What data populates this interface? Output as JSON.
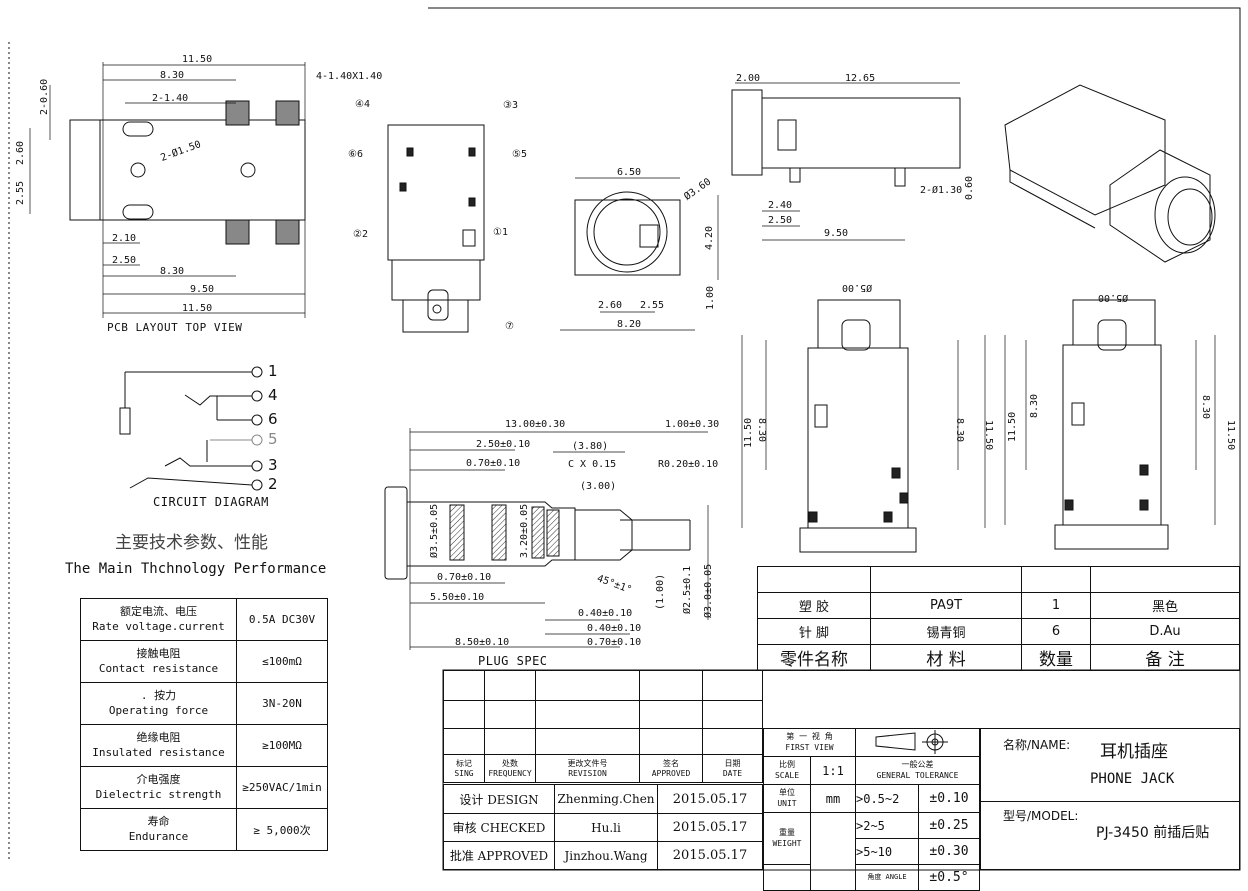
{
  "pcb_layout": {
    "dims": [
      "11.50",
      "8.30",
      "2-1.40",
      "4-1.40X1.40",
      "2-0.60",
      "2.60",
      "2.55",
      "2-Ø1.50",
      "2.10",
      "2.50",
      "8.30",
      "9.50",
      "11.50"
    ],
    "title": "PCB LAYOUT TOP VIEW"
  },
  "front_view": {
    "pins": [
      "④4",
      "③3",
      "⑥6",
      "⑤5",
      "②2",
      "①1",
      "⑦"
    ]
  },
  "end_view": {
    "dims": [
      "6.50",
      "Ø3.60",
      "4.20",
      "2.60",
      "2.55",
      "8.20",
      "1.00"
    ]
  },
  "side_view": {
    "dims": [
      "2.00",
      "12.65",
      "2-Ø1.30",
      "0.60",
      "2.40",
      "2.50",
      "9.50"
    ]
  },
  "circuit": {
    "pins": [
      "1",
      "4",
      "6",
      "5",
      "3",
      "2"
    ],
    "title": "CIRCUIT DIAGRAM"
  },
  "plug": {
    "dims": [
      "13.00±0.30",
      "1.00±0.30",
      "2.50±0.10",
      "(3.80)",
      "0.70±0.10",
      "C X 0.15",
      "R0.20±0.10",
      "(3.00)",
      "Ø3.5±0.05",
      "3.20±0.05",
      "45°±1°",
      "(1.00)",
      "Ø2.5±0.1",
      "Ø3.0±0.05",
      "0.70±0.10",
      "5.50±0.10",
      "0.40±0.10",
      "0.40±0.10",
      "8.50±0.10",
      "0.70±0.10"
    ],
    "title": "PLUG SPEC"
  },
  "top_views": {
    "dims": [
      "Ø5.00",
      "8.30",
      "11.50",
      "8.30",
      "11.50",
      "Ø5.00",
      "8.30",
      "11.50",
      "8.30",
      "11.50"
    ]
  },
  "performance": {
    "title_cn": "主要技术参数、性能",
    "title_en": "The Main Thchnology Performance",
    "rows": [
      {
        "cn": "额定电流、电压",
        "en": "Rate voltage.current",
        "value": "0.5A DC30V"
      },
      {
        "cn": "接触电阻",
        "en": "Contact resistance",
        "value": "≤100mΩ"
      },
      {
        "cn": ". 按力",
        "en": "Operating force",
        "value": "3N-20N"
      },
      {
        "cn": "绝缘电阻",
        "en": "Insulated resistance",
        "value": "≥100MΩ"
      },
      {
        "cn": "介电强度",
        "en": "Dielectric strength",
        "value": "≥250VAC/1min"
      },
      {
        "cn": "寿命",
        "en": "Endurance",
        "value": "≥ 5,000次"
      }
    ]
  },
  "bom": {
    "rows": [
      [
        "",
        "",
        "",
        ""
      ],
      [
        "塑 胶",
        "PA9T",
        "1",
        "黑色"
      ],
      [
        "针 脚",
        "锡青铜",
        "6",
        "D.Au"
      ],
      [
        "零件名称",
        "材 料",
        "数量",
        "备 注"
      ]
    ]
  },
  "title_block": {
    "headers": [
      {
        "cn": "标记",
        "en": "SING"
      },
      {
        "cn": "处数",
        "en": "FREQUENCY"
      },
      {
        "cn": "更改文件号",
        "en": "REVISION"
      },
      {
        "cn": "签名",
        "en": "APPROVED"
      },
      {
        "cn": "日期",
        "en": "DATE"
      }
    ],
    "sign": [
      {
        "role": "设计 DESIGN",
        "name": "Zhenming.Chen",
        "date": "2015.05.17"
      },
      {
        "role": "审核 CHECKED",
        "name": "Hu.li",
        "date": "2015.05.17"
      },
      {
        "role": "批准 APPROVED",
        "name": "Jinzhou.Wang",
        "date": "2015.05.17"
      }
    ],
    "first_view_cn": "第 一 视 角",
    "first_view_en": "FIRST VIEW",
    "scale_cn": "比例",
    "scale_en": "SCALE",
    "scale": "1:1",
    "tol_cn": "一般公差",
    "tol_en": "GENERAL TOLERANCE",
    "unit_cn": "单位",
    "unit_en": "UNIT",
    "unit": "mm",
    "weight_cn": "重量",
    "weight_en": "WEIGHT",
    "tolerances": [
      {
        "range": ">0.5~2",
        "tol": "±0.10"
      },
      {
        "range": ">2~5",
        "tol": "±0.25"
      },
      {
        "range": ">5~10",
        "tol": "±0.30"
      },
      {
        "range": "角度 ANGLE",
        "tol": "±0.5°"
      }
    ],
    "name_label": "名称/NAME:",
    "name_cn": "耳机插座",
    "name_en": "PHONE JACK",
    "model_label": "型号/MODEL:",
    "model": "PJ-3450 前插后贴"
  }
}
